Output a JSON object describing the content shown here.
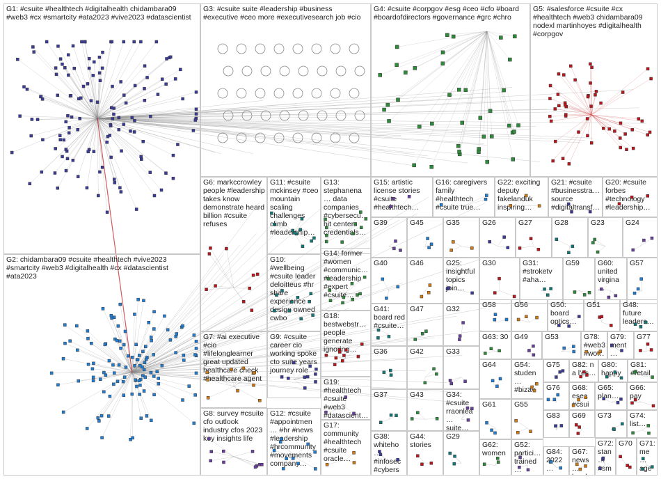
{
  "groups": [
    {
      "id": "G1",
      "label": "G1: #csuite #healthtech #digitalhealth chidambara09 #web3 #cx #smartcity #ata2023 #vive2023 #datascientist"
    },
    {
      "id": "G2",
      "label": "G2: chidambara09 #csuite #healthtech #vive2023 #smartcity #web3 #digitalhealth #cx #datascientist #ata2023"
    },
    {
      "id": "G3",
      "label": "G3: #csuite suite #leadership #business #executive #ceo more #executivesearch job #cio"
    },
    {
      "id": "G4",
      "label": "G4: #csuite #corpgov #esg #ceo #cfo #board #boardofdirectors #governance #grc #chro"
    },
    {
      "id": "G5",
      "label": "G5: #salesforce #csuite #cx #healthtech #web3 chidambara09 nodexl martinhoyes #digitalhealth #corpgov"
    },
    {
      "id": "G6",
      "label": "G6: markccrowley people #leadership takes know demonstrate heard billion #csuite refuses"
    },
    {
      "id": "G11",
      "label": "G11: #csuite mckinsey #ceo mountain scaling challenges climb #leadership…"
    },
    {
      "id": "G13",
      "label": "G13: stephanena… data companies #cybersecu… hit centers credentials…"
    },
    {
      "id": "G15",
      "label": "G15: artistic license stories #csuite #healthtech…"
    },
    {
      "id": "G16",
      "label": "G16: caregivers family #healthtech #csuite true…"
    },
    {
      "id": "G22",
      "label": "G22: exciting deputy fakelanduk inspiring…"
    },
    {
      "id": "G21",
      "label": "G21: #csuite #businesstra… source #digitaltransf…"
    },
    {
      "id": "G20",
      "label": "G20: #csuite forbes #technology #leadership…"
    },
    {
      "id": "G10",
      "label": "G10: #wellbeing #csuite leader deloitteus #hr share experience design owned cwbo"
    },
    {
      "id": "G14",
      "label": "G14: former #women #communic… #leadership #expert #csuite…"
    },
    {
      "id": "G39",
      "label": "G39"
    },
    {
      "id": "G45",
      "label": "G45"
    },
    {
      "id": "G35",
      "label": "G35"
    },
    {
      "id": "G26",
      "label": "G26"
    },
    {
      "id": "G27",
      "label": "G27"
    },
    {
      "id": "G28",
      "label": "G28"
    },
    {
      "id": "G23",
      "label": "G23"
    },
    {
      "id": "G24",
      "label": "G24"
    },
    {
      "id": "G40",
      "label": "G40"
    },
    {
      "id": "G46",
      "label": "G46"
    },
    {
      "id": "G25",
      "label": "G25: insightful topics join…"
    },
    {
      "id": "G30",
      "label": "G30"
    },
    {
      "id": "G31",
      "label": "G31: #stroketv #aha…"
    },
    {
      "id": "G59",
      "label": "G59"
    },
    {
      "id": "G60",
      "label": "G60: united virgina…"
    },
    {
      "id": "G57",
      "label": "G57"
    },
    {
      "id": "G7",
      "label": "G7: #ai executive #cio #lifelonglearner great updated healthcare check #healthcare agent"
    },
    {
      "id": "G9",
      "label": "G9: #csuite career cio working spoke cto suite years journey role"
    },
    {
      "id": "G18",
      "label": "G18: bestwebstr… people generate ignoring…"
    },
    {
      "id": "G41",
      "label": "G41: board red #csuite…"
    },
    {
      "id": "G47",
      "label": "G47"
    },
    {
      "id": "G32",
      "label": "G32"
    },
    {
      "id": "G58",
      "label": "G58"
    },
    {
      "id": "G56",
      "label": "G56"
    },
    {
      "id": "G50",
      "label": "G50: board optics…"
    },
    {
      "id": "G51",
      "label": "G51"
    },
    {
      "id": "G48",
      "label": "G48: future leaders…"
    },
    {
      "id": "G63",
      "label": "G63: 30"
    },
    {
      "id": "G49",
      "label": "G49"
    },
    {
      "id": "G53",
      "label": "G53"
    },
    {
      "id": "G78",
      "label": "G78: #web3 #wo…"
    },
    {
      "id": "G79",
      "label": "G79: ment… conv…"
    },
    {
      "id": "G77",
      "label": "G77"
    },
    {
      "id": "G36",
      "label": "G36"
    },
    {
      "id": "G42",
      "label": "G42"
    },
    {
      "id": "G33",
      "label": "G33"
    },
    {
      "id": "G64",
      "label": "G64"
    },
    {
      "id": "G54",
      "label": "G54: studen… #bizav…"
    },
    {
      "id": "G75",
      "label": "G75"
    },
    {
      "id": "G82",
      "label": "G82: n a l'es…"
    },
    {
      "id": "G80",
      "label": "G80: happy…"
    },
    {
      "id": "G81",
      "label": "G81: #retail…"
    },
    {
      "id": "G19",
      "label": "G19: #healthtech #csuite #web3 #datascient…"
    },
    {
      "id": "G76",
      "label": "G76"
    },
    {
      "id": "G68",
      "label": "G68: esea #csui…"
    },
    {
      "id": "G65",
      "label": "G65: plan…"
    },
    {
      "id": "G66",
      "label": "G66: pay"
    },
    {
      "id": "G37",
      "label": "G37"
    },
    {
      "id": "G43",
      "label": "G43"
    },
    {
      "id": "G34",
      "label": "G34: #csuite rraonlea… suite…"
    },
    {
      "id": "G61",
      "label": "G61"
    },
    {
      "id": "G55",
      "label": "G55"
    },
    {
      "id": "G83",
      "label": "G83"
    },
    {
      "id": "G69",
      "label": "G69"
    },
    {
      "id": "G73",
      "label": "G73"
    },
    {
      "id": "G74",
      "label": "G74: list…"
    },
    {
      "id": "G8",
      "label": "G8: survey #csuite cfo outlook industry cfos 2023 key insights life"
    },
    {
      "id": "G12",
      "label": "G12: #csuite #appointmen… #hr #news #leadership #hrcommunity #movements company…"
    },
    {
      "id": "G17",
      "label": "G17: community #healthtech #csuite oracle…"
    },
    {
      "id": "G38",
      "label": "G38: whiteho… #infosec #cybers…"
    },
    {
      "id": "G44",
      "label": "G44: stories"
    },
    {
      "id": "G29",
      "label": "G29"
    },
    {
      "id": "G62",
      "label": "G62: women"
    },
    {
      "id": "G52",
      "label": "G52: partici… trained…"
    },
    {
      "id": "G84",
      "label": "G84: 2022…"
    },
    {
      "id": "G67",
      "label": "G67: news… level…"
    },
    {
      "id": "G72",
      "label": "G72: stan… #sm…"
    },
    {
      "id": "G70",
      "label": "G70"
    },
    {
      "id": "G71",
      "label": "G71: me… age…"
    }
  ],
  "colors": {
    "G1": "#3b3b9c",
    "G2": "#1f7fd6",
    "G3": "#8a8a8a",
    "G4": "#2e8b3a",
    "G5": "#c0141c",
    "edge": "#8c8c8c",
    "box_border": "#c8c8c8",
    "text": "#222222"
  }
}
